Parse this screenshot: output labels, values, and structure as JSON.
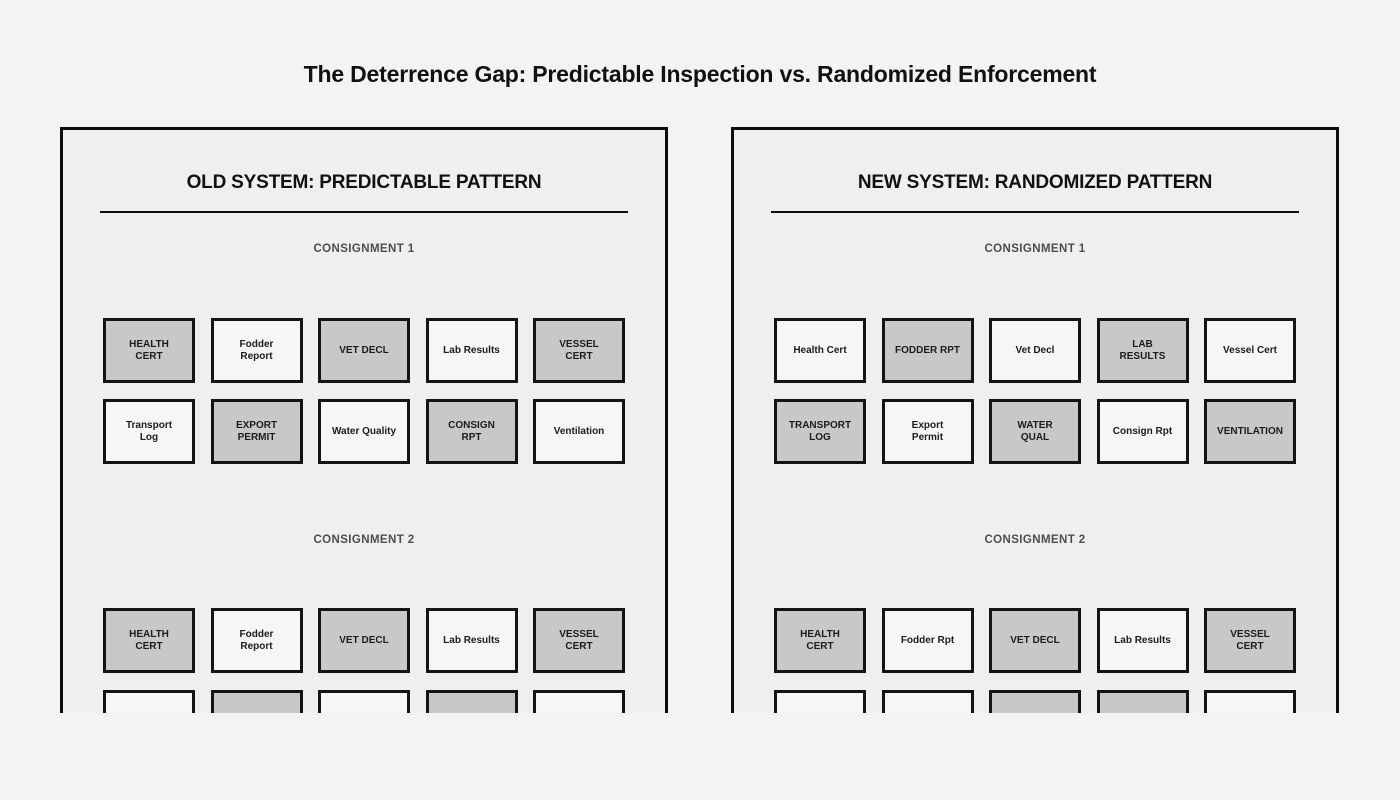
{
  "page": {
    "title": "The Deterrence Gap: Predictable Inspection vs. Randomized Enforcement"
  },
  "colors": {
    "page_bg": "#f4f3f1",
    "panel_bg": "#f0efed",
    "panel_border": "#0d0d0d",
    "card_bg": "#f7f6f4",
    "card_highlight_bg": "#c9c8c6",
    "card_border": "#141414",
    "heading_text": "#111111",
    "consignment_label_text": "#4d4d4d",
    "card_text": "#1c1c1c"
  },
  "panels": [
    {
      "id": "old-system",
      "heading": "OLD SYSTEM: PREDICTABLE PATTERN",
      "consignments": [
        {
          "label": "CONSIGNMENT 1",
          "rows": [
            [
              {
                "label": "HEALTH\nCERT",
                "highlighted": true
              },
              {
                "label": "Fodder\nReport",
                "highlighted": false
              },
              {
                "label": "VET DECL",
                "highlighted": true
              },
              {
                "label": "Lab Results",
                "highlighted": false
              },
              {
                "label": "VESSEL\nCERT",
                "highlighted": true
              }
            ],
            [
              {
                "label": "Transport\nLog",
                "highlighted": false
              },
              {
                "label": "EXPORT\nPERMIT",
                "highlighted": true
              },
              {
                "label": "Water Quality",
                "highlighted": false
              },
              {
                "label": "CONSIGN\nRPT",
                "highlighted": true
              },
              {
                "label": "Ventilation",
                "highlighted": false
              }
            ]
          ]
        },
        {
          "label": "CONSIGNMENT 2",
          "rows": [
            [
              {
                "label": "HEALTH\nCERT",
                "highlighted": true
              },
              {
                "label": "Fodder\nReport",
                "highlighted": false
              },
              {
                "label": "VET DECL",
                "highlighted": true
              },
              {
                "label": "Lab Results",
                "highlighted": false
              },
              {
                "label": "VESSEL\nCERT",
                "highlighted": true
              }
            ],
            [
              {
                "label": "",
                "highlighted": false
              },
              {
                "label": "",
                "highlighted": true
              },
              {
                "label": "",
                "highlighted": false
              },
              {
                "label": "",
                "highlighted": true
              },
              {
                "label": "",
                "highlighted": false
              }
            ]
          ]
        }
      ]
    },
    {
      "id": "new-system",
      "heading": "NEW SYSTEM: RANDOMIZED PATTERN",
      "consignments": [
        {
          "label": "CONSIGNMENT 1",
          "rows": [
            [
              {
                "label": "Health Cert",
                "highlighted": false
              },
              {
                "label": "FODDER RPT",
                "highlighted": true
              },
              {
                "label": "Vet Decl",
                "highlighted": false
              },
              {
                "label": "LAB\nRESULTS",
                "highlighted": true
              },
              {
                "label": "Vessel Cert",
                "highlighted": false
              }
            ],
            [
              {
                "label": "TRANSPORT\nLOG",
                "highlighted": true
              },
              {
                "label": "Export\nPermit",
                "highlighted": false
              },
              {
                "label": "WATER\nQUAL",
                "highlighted": true
              },
              {
                "label": "Consign Rpt",
                "highlighted": false
              },
              {
                "label": "VENTILATION",
                "highlighted": true
              }
            ]
          ]
        },
        {
          "label": "CONSIGNMENT 2",
          "rows": [
            [
              {
                "label": "HEALTH\nCERT",
                "highlighted": true
              },
              {
                "label": "Fodder Rpt",
                "highlighted": false
              },
              {
                "label": "VET DECL",
                "highlighted": true
              },
              {
                "label": "Lab Results",
                "highlighted": false
              },
              {
                "label": "VESSEL\nCERT",
                "highlighted": true
              }
            ],
            [
              {
                "label": "",
                "highlighted": false
              },
              {
                "label": "",
                "highlighted": false
              },
              {
                "label": "",
                "highlighted": true
              },
              {
                "label": "",
                "highlighted": true
              },
              {
                "label": "",
                "highlighted": false
              }
            ]
          ]
        }
      ]
    }
  ]
}
